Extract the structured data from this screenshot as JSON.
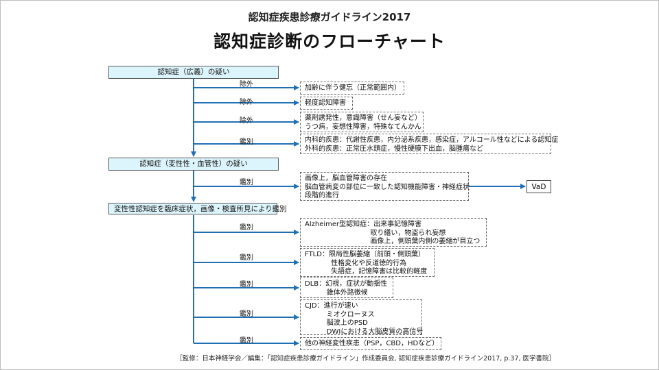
{
  "header": {
    "subtitle": "認知症疾患診療ガイドライン2017",
    "title": "認知症診断のフローチャート"
  },
  "colors": {
    "arrow": "#1f6fb5",
    "main_box_fill": "#dcf4fb"
  },
  "main_boxes": [
    "認知症（広義）の疑い",
    "認知症（変性性・血管性）の疑い",
    "変性性認知症を臨床症状，画像・検査所見により鑑別"
  ],
  "stage1": [
    {
      "label": "除外",
      "lines": [
        "加齢に伴う健忘（正常範囲内）"
      ]
    },
    {
      "label": "除外",
      "lines": [
        "軽度認知障害"
      ]
    },
    {
      "label": "除外",
      "lines": [
        "薬剤誘発性，意識障害（せん妄など）",
        "うつ病，妄想性障害，特殊なてんかん"
      ]
    },
    {
      "label": "鑑別",
      "lines": [
        "内科的疾患：代謝性疾患，内分泌系疾患，感染症，アルコール性などによる認知症",
        "外科的疾患：正常圧水頭症，慢性硬膜下出血，脳腫瘍など"
      ]
    }
  ],
  "stage2": {
    "label": "鑑別",
    "lines": [
      "画像上，脳血管障害の存在",
      "脳血管病変の部位に一致した認知機能障害・神経症状",
      "段階的進行"
    ],
    "result": "VaD"
  },
  "stage3": [
    {
      "label": "鑑別",
      "lines": [
        "Alzheimer型認知症：出来事記憶障害",
        "                              取り繕い，物盗られ妄想",
        "                              画像上，側頭葉内側の萎縮が目立つ"
      ]
    },
    {
      "label": "鑑別",
      "lines": [
        "FTLD：限局性脳萎縮（前頭・側頭葉）",
        "            性格変化や反道徳的行為",
        "            失語症，記憶障害は比較的軽度"
      ]
    },
    {
      "label": "鑑別",
      "lines": [
        "DLB：幻視，症状が動揺性",
        "          錐体外路徴候"
      ]
    },
    {
      "label": "鑑別",
      "lines": [
        "CJD：進行が速い",
        "          ミオクローヌス",
        "          脳波上のPSD",
        "          DWIにおける大脳皮質の高信号"
      ]
    },
    {
      "label": "鑑別",
      "lines": [
        "他の神経変性疾患（PSP，CBD，HDなど）"
      ]
    }
  ],
  "footer": "［監修：日本神経学会／編集：「認知症疾患診療ガイドライン」作成委員会, 認知症疾患診療ガイドライン2017, p.37, 医学書院］"
}
